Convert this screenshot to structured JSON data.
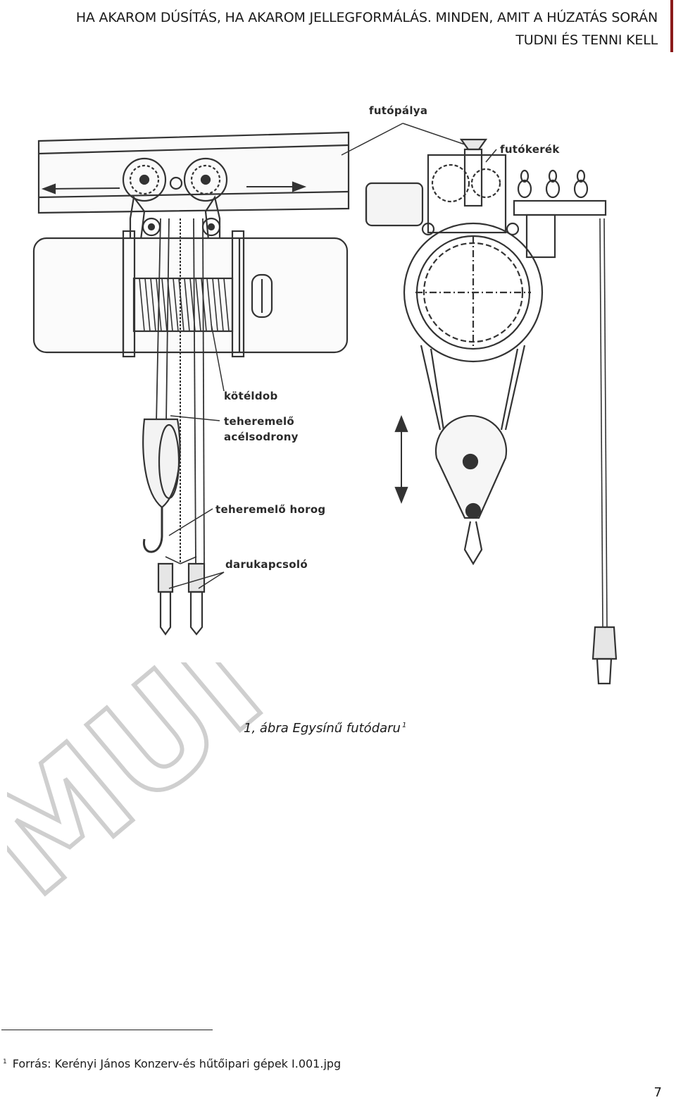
{
  "header": {
    "line1": "HA AKAROM DÚSÍTÁS, HA AKAROM JELLEGFORMÁLÁS. MINDEN, AMIT A HÚZATÁS SORÁN",
    "line2": "TUDNI ÉS TENNI KELL",
    "accent_color": "#8b1a1a"
  },
  "figure": {
    "labels": {
      "futopalya": "futópálya",
      "futokerek": "futókerék",
      "koteldob": "kötéldob",
      "teheremelo_line1": "teheremelő",
      "teheremelo_line2": "acélsodrony",
      "horog": "teheremelő horog",
      "darukapcsolo": "darukapcsoló"
    },
    "caption_text": "1, ábra Egysínű futódaru",
    "caption_ref": "1"
  },
  "watermark": {
    "text": "MUI"
  },
  "footnote": {
    "marker": "1",
    "text": "Forrás: Kerényi János Konzerv-és hűtőipari gépek I.001.jpg"
  },
  "page": {
    "number": "7"
  }
}
